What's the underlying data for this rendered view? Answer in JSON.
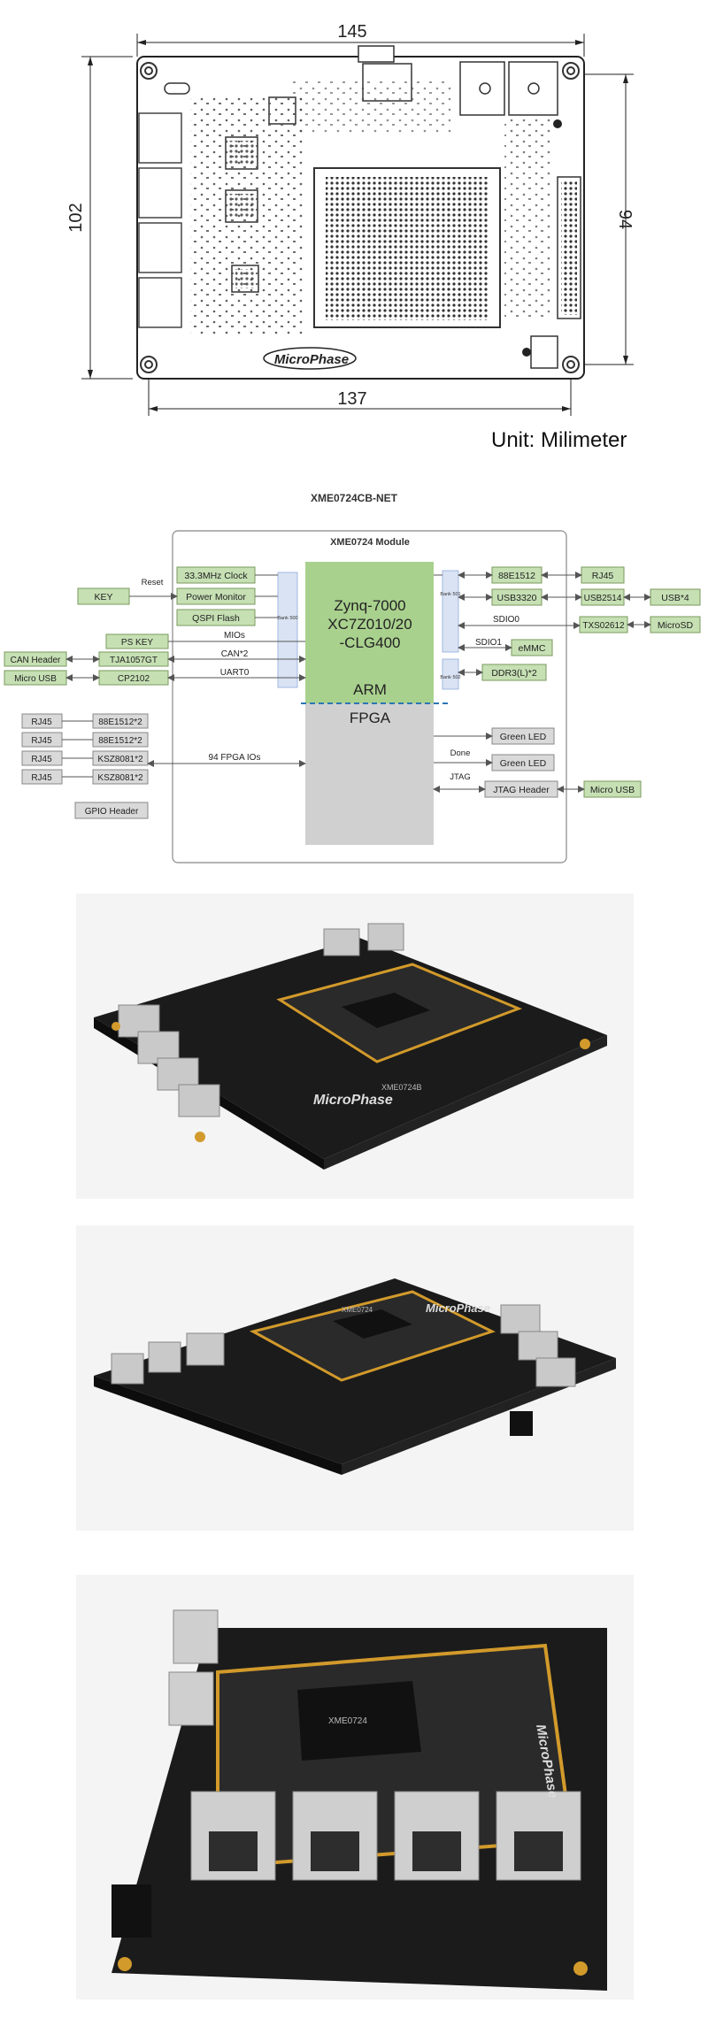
{
  "dimensions": {
    "width_label": "145",
    "inner_width_label": "137",
    "height_label": "102",
    "inner_height_label": "94",
    "unit_text": "Unit: Milimeter",
    "logo_text": "MicroPhase"
  },
  "block_diagram": {
    "title": "XME0724CB-NET",
    "module_title": "XME0724 Module",
    "soc": {
      "line1": "Zynq-7000",
      "line2": "XC7Z010/20",
      "line3": "-CLG400",
      "arm": "ARM",
      "fpga": "FPGA"
    },
    "banks": {
      "b500": "Bank 500",
      "b501": "Bank 501",
      "b502": "Bank 502"
    },
    "left_inner": {
      "clock": "33.3MHz Clock",
      "power_monitor": "Power Monitor",
      "qspi_flash": "QSPI Flash"
    },
    "left_outer": {
      "key": "KEY",
      "reset": "Reset",
      "ps_key": "PS KEY",
      "mios": "MIOs",
      "can_header": "CAN Header",
      "tja": "TJA1057GT",
      "can2": "CAN*2",
      "micro_usb": "Micro USB",
      "cp2102": "CP2102",
      "uart0": "UART0"
    },
    "ethernet": {
      "rj45_1": "RJ45",
      "rj45_2": "RJ45",
      "rj45_3": "RJ45",
      "rj45_4": "RJ45",
      "phy1": "88E1512*2",
      "phy2": "88E1512*2",
      "phy3": "KSZ8081*2",
      "phy4": "KSZ8081*2",
      "fpga_ios": "94 FPGA IOs",
      "gpio_header": "GPIO Header"
    },
    "right_inner": {
      "phy": "88E1512",
      "usb3320": "USB3320",
      "sdio0": "SDIO0",
      "sdio1": "SDIO1",
      "emmc": "eMMC",
      "ddr": "DDR3(L)*2",
      "green_led1": "Green LED",
      "done": "Done",
      "green_led2": "Green LED",
      "jtag": "JTAG",
      "jtag_header": "JTAG Header"
    },
    "right_outer": {
      "rj45": "RJ45",
      "usb2514": "USB2514",
      "usb4": "USB*4",
      "txs": "TXS02612",
      "microsd": "MicroSD",
      "micro_usb": "Micro USB"
    }
  },
  "photos": [
    {
      "chip_label": "XME0724B",
      "logo": "MicroPhase"
    },
    {
      "chip_label": "XME0724",
      "logo": "MicroPhase"
    },
    {
      "chip_label": "XME0724",
      "logo": "MicroPhase"
    }
  ],
  "colors": {
    "green_fill": "#c6e0b4",
    "green_stroke": "#7a9a5d",
    "arm_green": "#a9d18e",
    "fpga_gray": "#d0d0d0",
    "gray_box": "#d9d9d9",
    "blue_bank": "#dae3f3",
    "pcb_black": "#1b1b1b",
    "gold": "#d29a2b"
  }
}
